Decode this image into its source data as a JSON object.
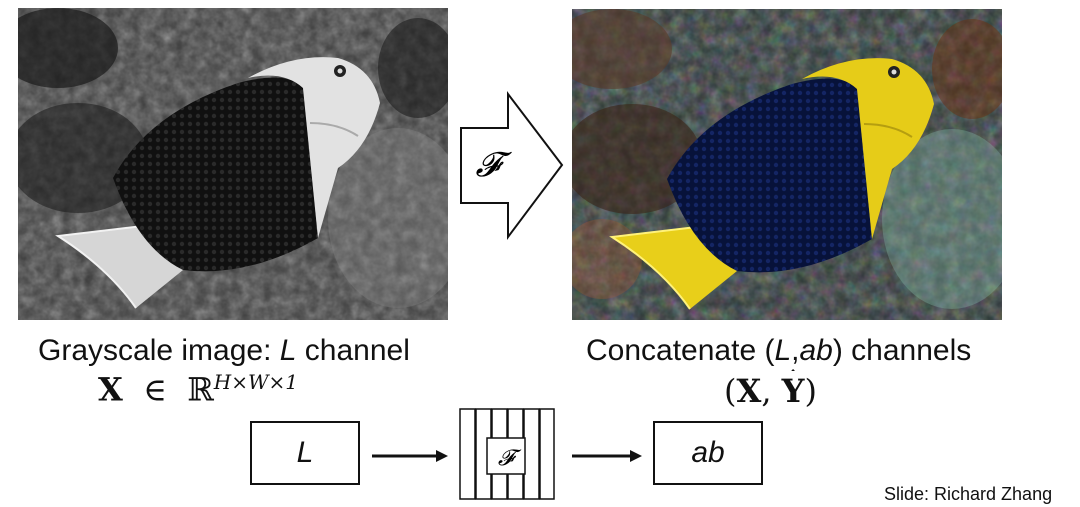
{
  "left_caption": {
    "prefix": "Grayscale image: ",
    "var": "L",
    "suffix": " channel"
  },
  "left_math": {
    "X": "X",
    "in": "∈",
    "R": "ℝ",
    "exp": "H×W×1"
  },
  "right_caption": {
    "prefix": "Concatenate (",
    "var1": "L",
    "comma": ",",
    "var2": "ab",
    "suffix": ") channels"
  },
  "right_math": {
    "open": "(",
    "X": "X",
    "comma": ", ",
    "Y": "Y",
    "close": ")"
  },
  "big_arrow_label": "𝓕",
  "pipeline": {
    "input_label": "L",
    "network_label": "𝓕",
    "output_label": "ab"
  },
  "credit": "Slide: Richard Zhang",
  "colors": {
    "fish_yellow": "#e8cf1a",
    "fish_blue": "#0c1a4a",
    "reef_dark": "#1c2a2a"
  }
}
